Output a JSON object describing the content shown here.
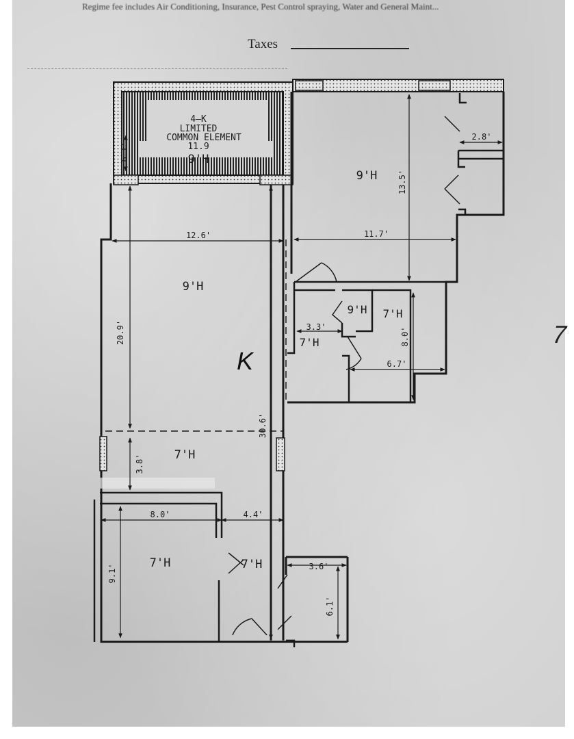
{
  "header": {
    "fragment": "Regime fee includes Air Conditioning, Insurance, Pest Control spraying, Water and General Maint...",
    "taxes_label": "Taxes"
  },
  "plan": {
    "unit_label": "K",
    "balcony": {
      "line1": "4—K",
      "line2": "LIMITED",
      "line3": "COMMON ELEMENT",
      "width": "11.9",
      "depth": "6.1'",
      "height": "9'H"
    },
    "rooms": {
      "bedroom_height": "9'H",
      "bedroom_width": "11.7'",
      "bedroom_depth": "13.5'",
      "closet_width": "2.8'",
      "living_height": "9'H",
      "living_width": "12.6'",
      "living_depth": "20.9'",
      "overall_depth": "30.6'",
      "bath_height": "9'H",
      "bath2_height": "7'H",
      "bath2_depth": "8.0'",
      "bath2_width": "6.7'",
      "hall_height": "7'H",
      "hall_width": "3.3'",
      "dining_height": "7'H",
      "dining_depth": "3.8'",
      "kitchen_height": "7'H",
      "kitchen_width": "8.0'",
      "kitchen_depth": "9.1'",
      "foyer_height": "7'H",
      "foyer_width": "4.4'",
      "closet2_width": "3.6'",
      "closet2_depth": "6.1'"
    },
    "margin_mark": "7"
  }
}
